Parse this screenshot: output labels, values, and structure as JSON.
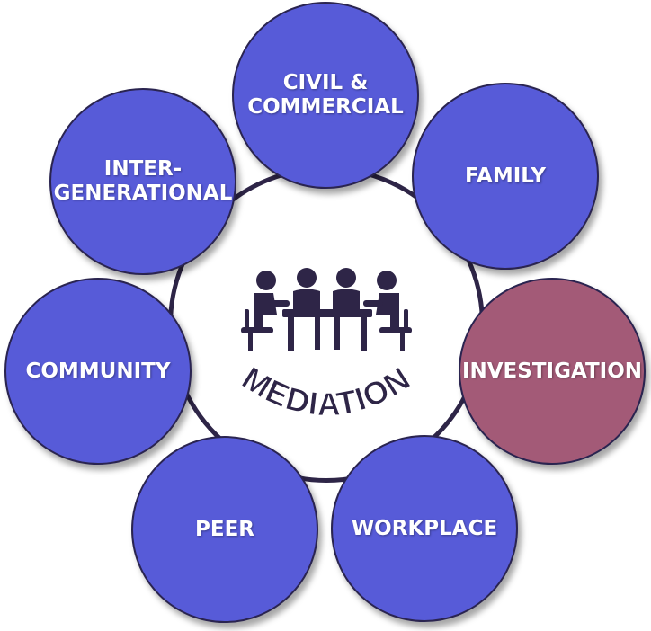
{
  "center": {
    "label": "MEDIATION",
    "icon": "meeting-table-icon"
  },
  "nodes": {
    "civil": "CIVIL &\nCOMMERCIAL",
    "family": "FAMILY",
    "investigation": "INVESTIGATION",
    "workplace": "WORKPLACE",
    "peer": "PEER",
    "community": "COMMUNITY",
    "intergenerational": "INTER-\nGENERATIONAL"
  },
  "colors": {
    "node": "#575bd8",
    "highlight_node": "#a35a77",
    "ring": "#2e2547",
    "icon": "#2e2547",
    "text": "#ffffff"
  }
}
